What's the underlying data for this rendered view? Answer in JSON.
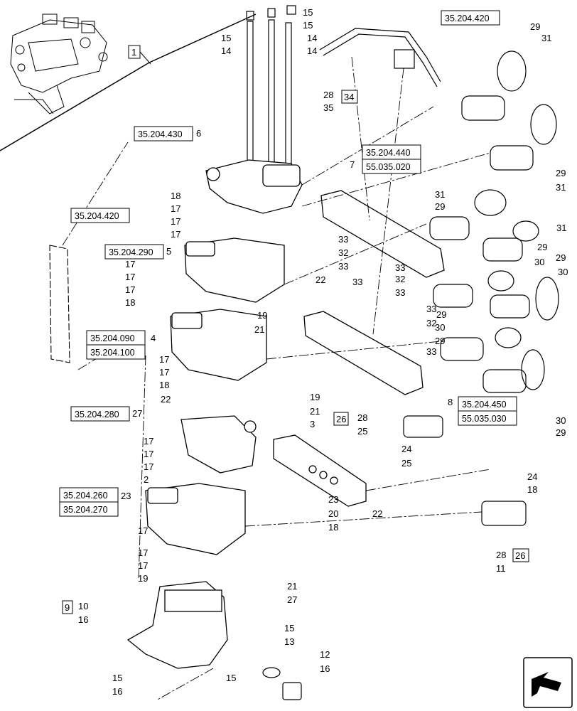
{
  "inset_ref": "1",
  "ref_boxes": [
    "35.204.420",
    "35.204.430",
    "35.204.440",
    "55.035.020",
    "35.204.420",
    "35.204.290",
    "35.204.090",
    "35.204.100",
    "35.204.280",
    "35.204.260",
    "35.204.270",
    "35.204.450",
    "55.035.030"
  ],
  "group_boxes": [
    "34",
    "26",
    "26",
    "9"
  ],
  "callouts": [
    "15",
    "15",
    "15",
    "14",
    "14",
    "14",
    "28",
    "35",
    "6",
    "7",
    "29",
    "31",
    "29",
    "31",
    "31",
    "29",
    "31",
    "29",
    "30",
    "29",
    "30",
    "29",
    "30",
    "29",
    "30",
    "29",
    "18",
    "17",
    "17",
    "17",
    "5",
    "33",
    "32",
    "33",
    "33",
    "32",
    "33",
    "33",
    "22",
    "17",
    "17",
    "17",
    "18",
    "19",
    "21",
    "4",
    "33",
    "32",
    "33",
    "8",
    "17",
    "17",
    "18",
    "22",
    "19",
    "21",
    "3",
    "27",
    "28",
    "25",
    "24",
    "25",
    "24",
    "18",
    "17",
    "17",
    "17",
    "2",
    "23",
    "23",
    "20",
    "22",
    "18",
    "17",
    "17",
    "17",
    "19",
    "21",
    "27",
    "28",
    "11",
    "10",
    "16",
    "15",
    "13",
    "12",
    "16",
    "15",
    "16",
    "15"
  ]
}
